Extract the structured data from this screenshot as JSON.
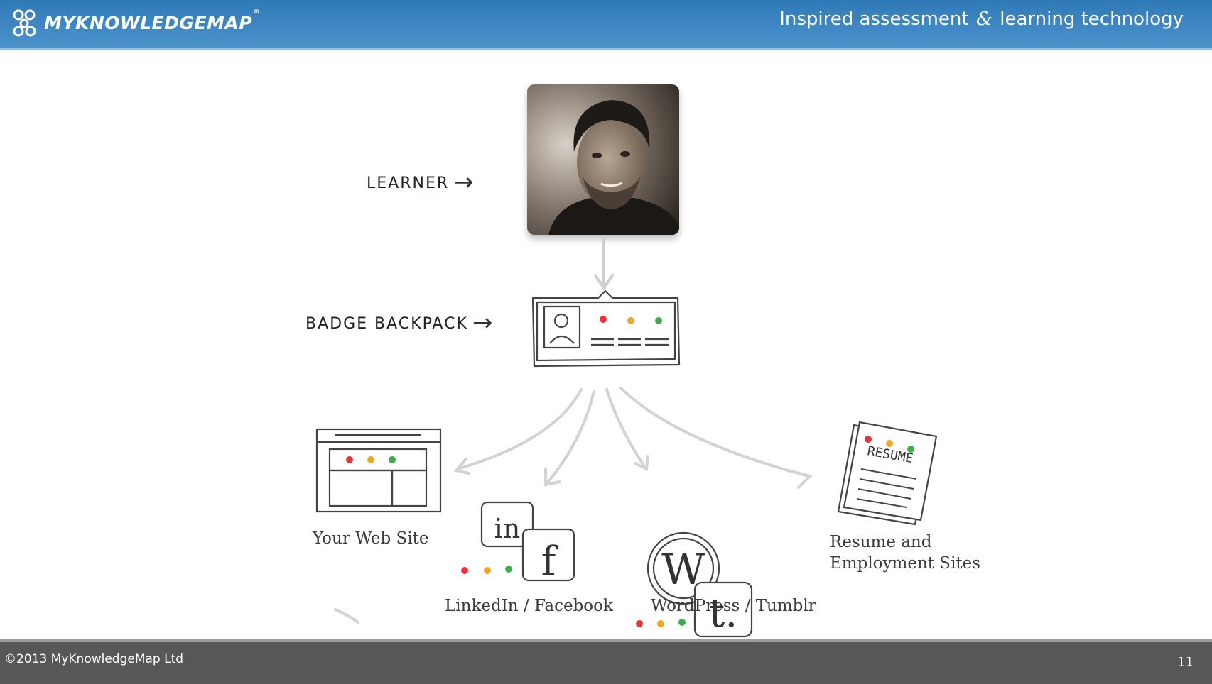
{
  "header": {
    "logo_text": "MYKNOWLEDGEMAP",
    "logo_mark": "®",
    "tagline_before": "Inspired assessment",
    "tagline_amp": "&",
    "tagline_after": "learning technology",
    "logo_icon": "network-nodes-icon",
    "colors": {
      "bar": "#3a84c2",
      "accent": "#8fc0e6"
    }
  },
  "diagram": {
    "learner_label": "LEARNER",
    "backpack_label": "BADGE BACKPACK",
    "arrow_glyph": "→",
    "destinations": {
      "website": "Your Web Site",
      "social": "LinkedIn / Facebook",
      "blog": "WordPress / Tumblr",
      "resume_line1": "Resume and",
      "resume_line2": "Employment Sites"
    },
    "icon_text": {
      "resume": "RESUMÉ",
      "linkedin": "in",
      "facebook": "f",
      "wordpress": "W",
      "tumblr": "t."
    },
    "badge_colors": [
      "#e8333a",
      "#f2a623",
      "#3fae49"
    ]
  },
  "footer": {
    "copyright": "©2013 MyKnowledgeMap Ltd",
    "page_number": "11"
  }
}
